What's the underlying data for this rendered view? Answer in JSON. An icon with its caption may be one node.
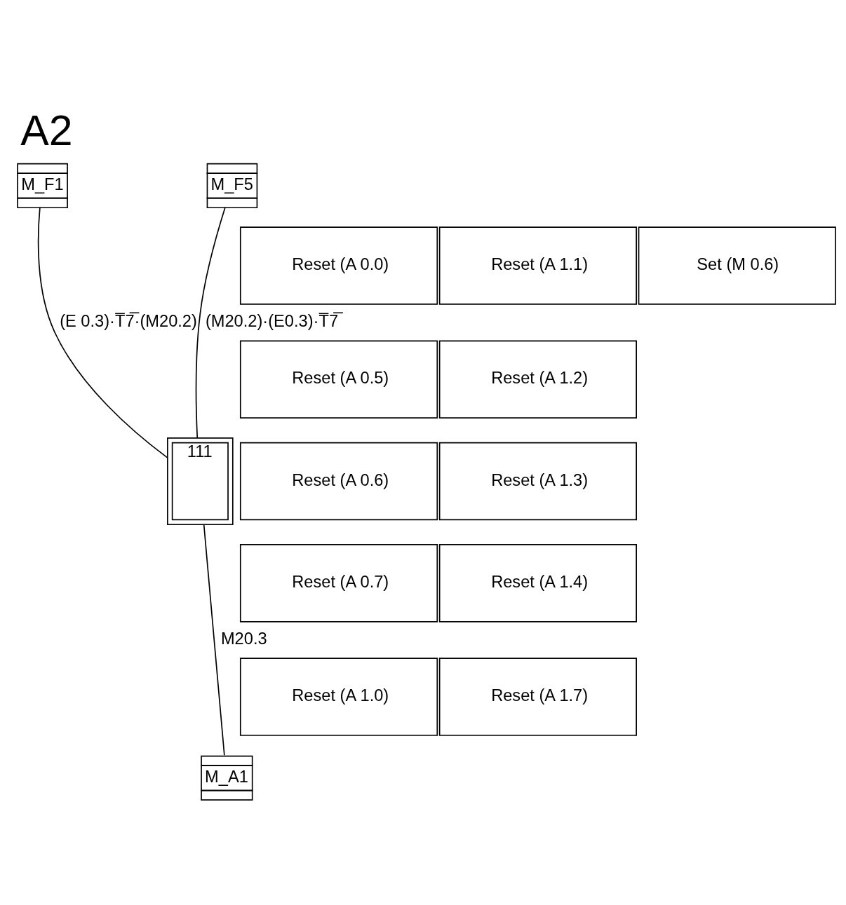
{
  "diagram": {
    "title": "A2",
    "nodes": [
      {
        "text": [
          "M_F5"
        ]
      },
      {
        "text": [
          "M_F1"
        ]
      },
      {
        "text": [
          "111"
        ]
      },
      {
        "text": [
          "Reset (A 0.0)"
        ]
      },
      {
        "text": [
          "Reset (A 1.1)"
        ]
      },
      {
        "text": [
          "Set (M 0.6)"
        ]
      },
      {
        "text": [
          "Reset (A 0.5)"
        ]
      },
      {
        "text": [
          "Reset (A 1.2)"
        ]
      },
      {
        "text": [
          "Reset (A 0.6)"
        ]
      },
      {
        "text": [
          "Reset (A 1.3)"
        ]
      },
      {
        "text": [
          "Reset (A 0.7)"
        ]
      },
      {
        "text": [
          "Reset (A 1.4)"
        ]
      },
      {
        "text": [
          "Reset (A 1.0)"
        ]
      },
      {
        "text": [
          "Reset (A 1.7)"
        ]
      },
      {
        "text": [
          "M_A1"
        ]
      }
    ],
    "edges": [
      {
        "from": 0,
        "to": 2,
        "arrow": "none",
        "label": "(M20.2)·(E0.3)·T̅7̅"
      },
      {
        "from": 1,
        "to": 2,
        "arrow": "none",
        "label": "(E 0.3)·T̅7̅·(M20.2)"
      },
      {
        "from": 2,
        "to": 14,
        "arrow": "none",
        "label": "M20.3"
      }
    ]
  }
}
